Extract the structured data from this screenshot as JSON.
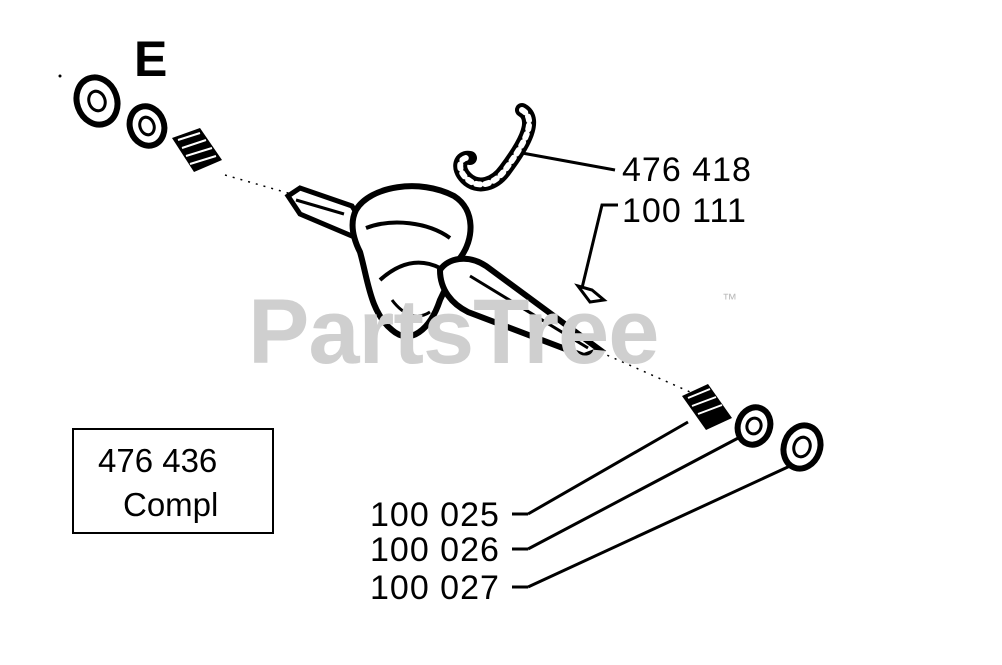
{
  "diagram": {
    "section_letter": "E",
    "watermark": "PartsTree",
    "trademark": "™",
    "callouts": [
      {
        "id": "chain-link",
        "label": "476 418"
      },
      {
        "id": "key",
        "label": "100 111"
      },
      {
        "id": "needle-bearing",
        "label": "100 025"
      },
      {
        "id": "thrust-washer",
        "label": "100 026"
      },
      {
        "id": "ball-bearing",
        "label": "100 027"
      }
    ],
    "kit": {
      "part_number": "476 436",
      "label": "Compl"
    }
  }
}
